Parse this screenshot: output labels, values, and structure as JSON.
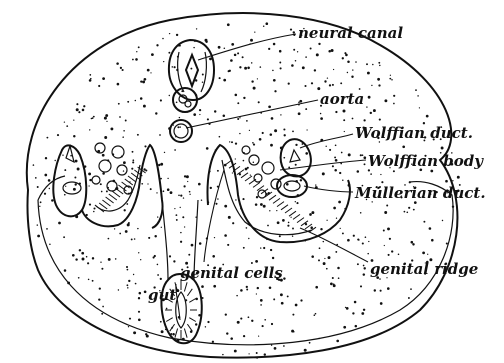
{
  "labels": {
    "neural_canal": "neural canal",
    "aorta": "aorta",
    "wolffian_duct": "Wolffian duct.",
    "wolffian_body": "Wolffian body",
    "mullerian_duct": "Müllerian duct.",
    "genital_ridge": "genital ridge",
    "genital_cells": "genital cells",
    "gut": "gut"
  },
  "colors": {
    "ink": "#111111",
    "paper": "#ffffff"
  }
}
